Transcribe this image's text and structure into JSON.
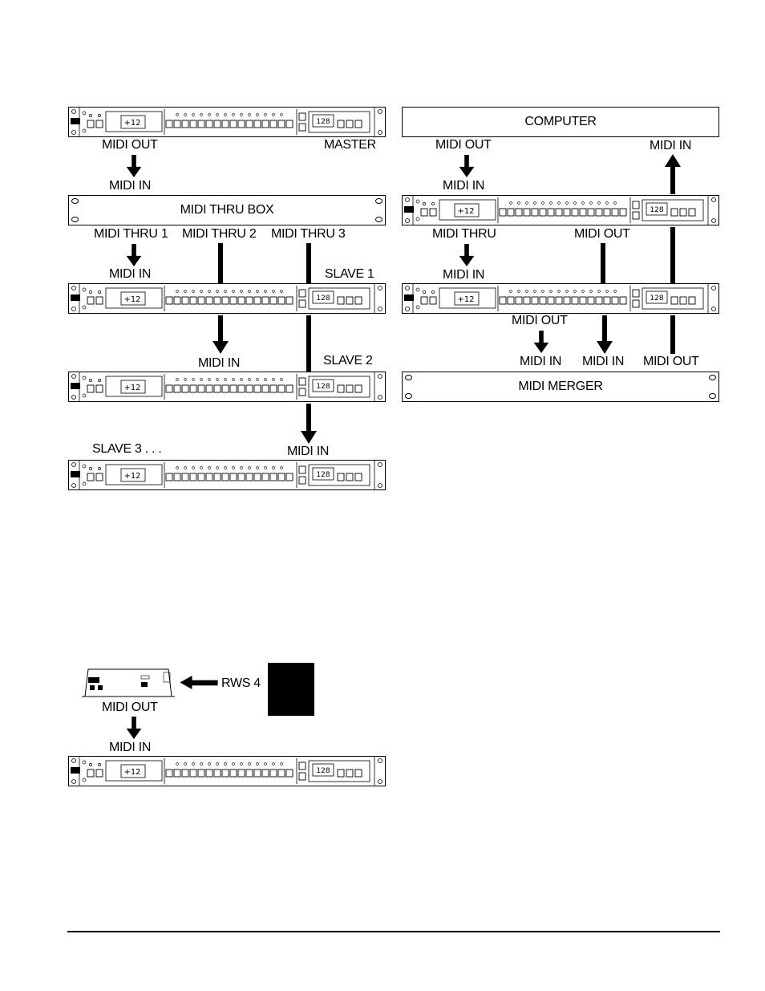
{
  "left_diagram": {
    "master_label": "MASTER",
    "midi_out_1": "MIDI OUT",
    "midi_in_1": "MIDI IN",
    "thru_box_title": "MIDI THRU BOX",
    "thru1": "MIDI THRU 1",
    "thru2": "MIDI THRU 2",
    "thru3": "MIDI THRU 3",
    "midi_in_2": "MIDI IN",
    "slave1": "SLAVE 1",
    "midi_in_3": "MIDI IN",
    "slave2": "SLAVE 2",
    "slave3": "SLAVE 3 . . .",
    "midi_in_4": "MIDI IN"
  },
  "right_diagram": {
    "computer_title": "COMPUTER",
    "midi_out_1": "MIDI OUT",
    "midi_in_top": "MIDI IN",
    "midi_in_1": "MIDI IN",
    "midi_thru": "MIDI THRU",
    "midi_out_2": "MIDI OUT",
    "midi_in_2": "MIDI IN",
    "midi_out_3": "MIDI OUT",
    "merger_in_1": "MIDI IN",
    "merger_in_2": "MIDI IN",
    "merger_out": "MIDI OUT",
    "merger_title": "MIDI MERGER"
  },
  "bottom_diagram": {
    "rws_label": "RWS 4",
    "midi_out": "MIDI OUT",
    "midi_in": "MIDI IN"
  }
}
